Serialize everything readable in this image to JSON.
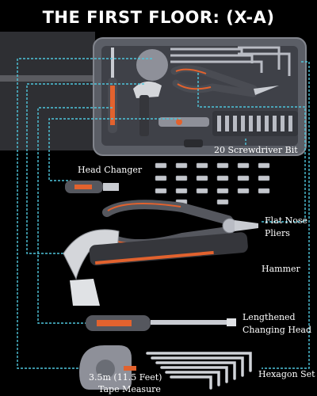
{
  "header": {
    "title": "THE FIRST FLOOR: (X-A)"
  },
  "labels": {
    "bits": "20 Screwdriver Bit",
    "head_changer": "Head Changer",
    "pliers_line1": "Flat Nose",
    "pliers_line2": "Pliers",
    "hammer": "Hammer",
    "lengthened_line1": "Lengthened",
    "lengthened_line2": "Changing Head",
    "hexagon": "Hexagon Set",
    "tape_line1": "3.5m (11.5 Feet)",
    "tape_line2": "Tape Measure"
  },
  "colors": {
    "background": "#000000",
    "text": "#ffffff",
    "guide_line": "#4fc6dc",
    "case": "#5b5e66",
    "tool_grey": "#8e9099",
    "accent": "#e2622e"
  }
}
